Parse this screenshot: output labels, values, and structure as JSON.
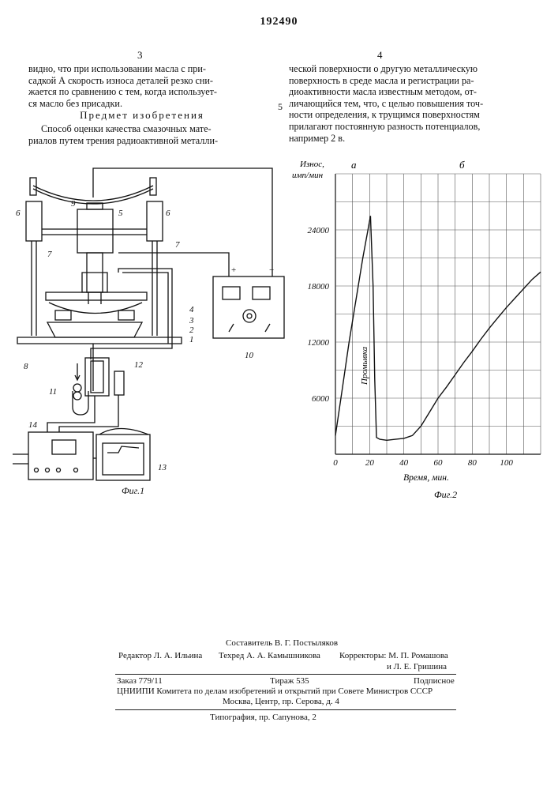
{
  "patent_number": "192490",
  "column_left_number": "3",
  "column_right_number": "4",
  "margin_line_number": "5",
  "left_column": {
    "lines": [
      "видно, что при использовании  масла с при-",
      "садкой А скорость износа деталей резко сни-",
      "жается по сравнению с тем, когда использует-",
      "ся масло без присадки."
    ],
    "heading": "Предмет изобретения",
    "claim_lines": [
      "Способ оценки качества  смазочных  мате-",
      "риалов путем трения радиоактивной металли-"
    ]
  },
  "right_column": {
    "lines": [
      "ческой поверхности о другую металлическую",
      "поверхность в среде масла и регистрации ра-",
      "диоактивности масла известным методом, от-",
      "личающийся тем, что, с целью повышения точ-",
      "ности определения, к трущимся поверхностям",
      "прилагают постоянную разность потенциалов,",
      "например 2 в."
    ]
  },
  "figure1": {
    "caption": "Фиг.1",
    "labels": [
      "1",
      "2",
      "3",
      "4",
      "5",
      "6",
      "6",
      "7",
      "7",
      "8",
      "9",
      "10",
      "11",
      "12",
      "13",
      "14"
    ],
    "plus": "+",
    "minus": "−"
  },
  "figure2": {
    "caption": "Фиг.2",
    "phase_a": "а",
    "phase_b": "б",
    "rotated_annotation": "Промывка"
  },
  "chart_data": {
    "type": "line",
    "title": "",
    "ylabel": "Износ, имп/мин",
    "xlabel": "Время, мин.",
    "x_ticks": [
      "0",
      "20",
      "40",
      "60",
      "80",
      "100"
    ],
    "y_ticks": [
      "6000",
      "12000",
      "18000",
      "24000"
    ],
    "xlim": [
      0,
      120
    ],
    "ylim": [
      0,
      30000
    ],
    "grid": true,
    "series": [
      {
        "x": [
          0,
          4,
          8,
          12,
          16,
          19,
          20.5,
          22,
          23,
          24,
          26,
          30,
          35,
          40,
          45,
          50,
          55,
          60,
          65,
          70,
          75,
          80,
          85,
          90,
          95,
          100,
          105,
          110,
          115,
          120
        ],
        "y": [
          2000,
          7000,
          12000,
          16500,
          21000,
          24000,
          25500,
          18000,
          8000,
          1800,
          1600,
          1500,
          1600,
          1700,
          2000,
          3000,
          4500,
          6000,
          7200,
          8500,
          9800,
          11000,
          12300,
          13500,
          14600,
          15700,
          16700,
          17700,
          18700,
          19500
        ]
      }
    ]
  },
  "credits": {
    "compiler": "Составитель В. Г. Постыляков",
    "editor": "Редактор Л. А. Ильина",
    "techred": "Техред А. А. Камышникова",
    "correctors": "Корректоры: М. П. Ромашова",
    "corrector2": "и Л. Е. Гришина",
    "order": "Заказ 779/11",
    "tirazh": "Тираж 535",
    "subscr": "Подписное",
    "org_line1": "ЦНИИПИ Комитета по делам изобретений и открытий при Совете Министров СССР",
    "org_line2": "Москва, Центр, пр. Серова, д. 4",
    "printer": "Типография, пр. Сапунова, 2"
  }
}
